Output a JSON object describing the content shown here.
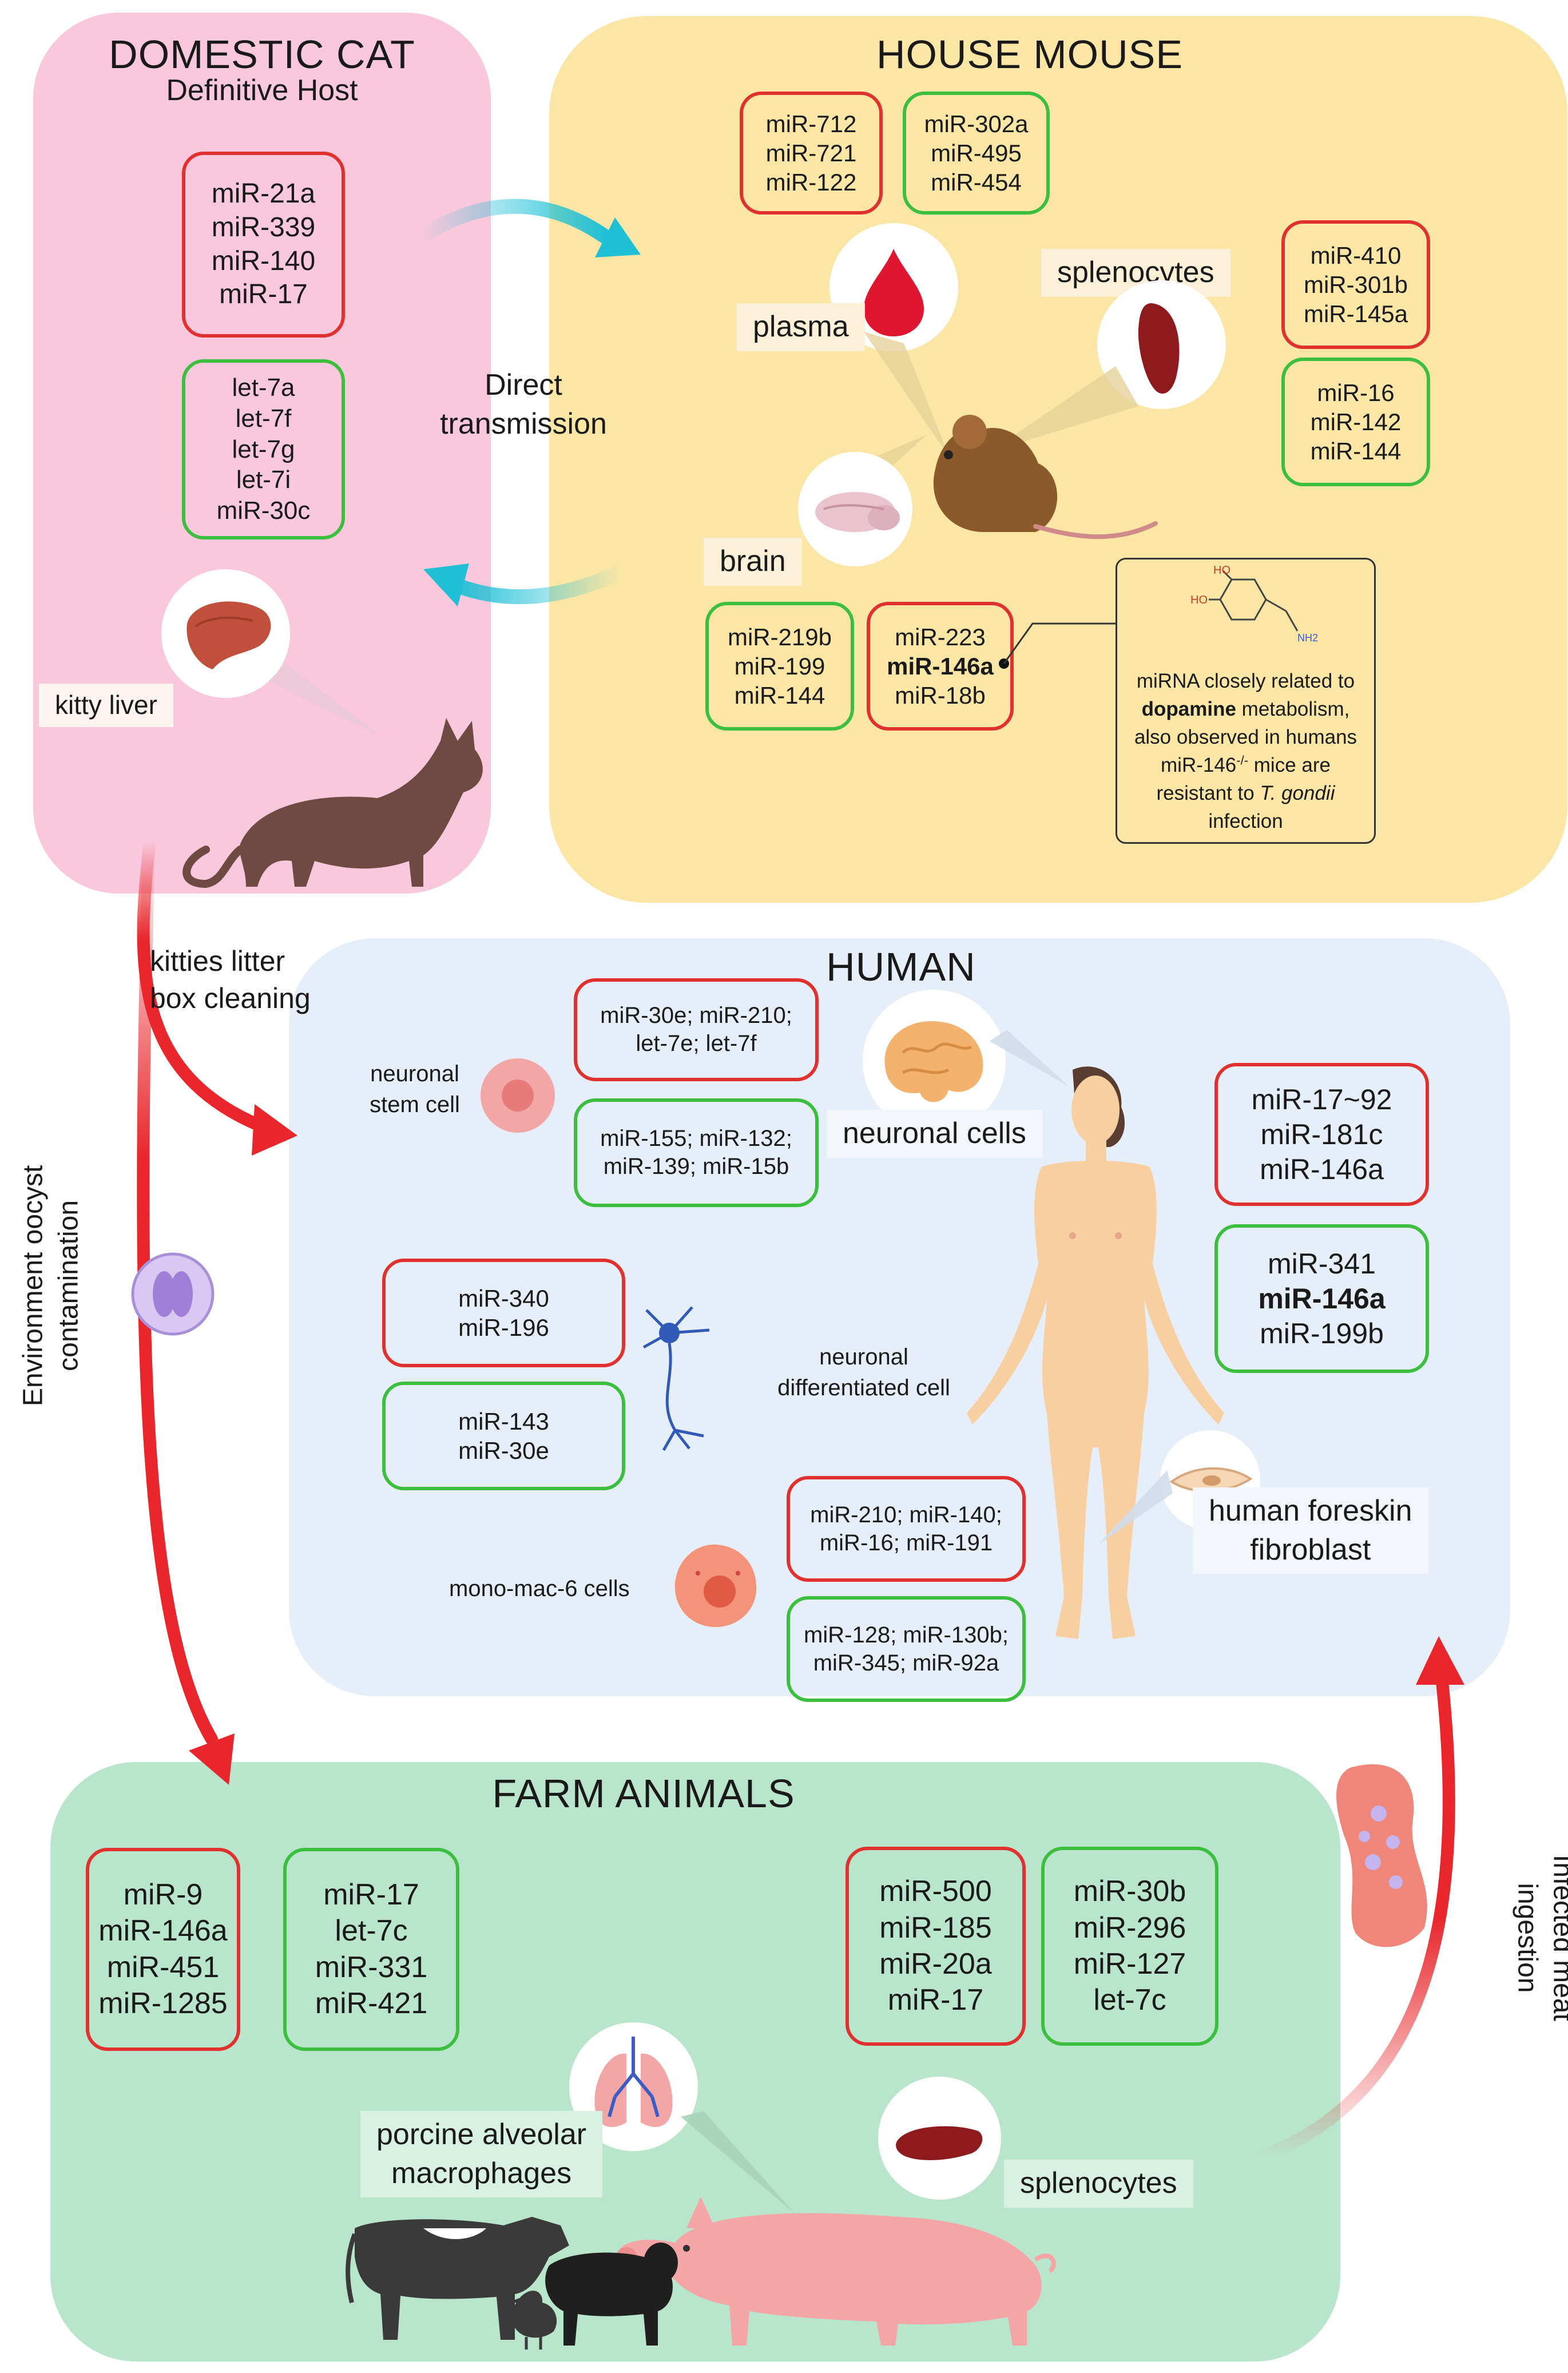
{
  "colors": {
    "cat_bg": "#f9c8dc",
    "mouse_bg": "#fbe6a6",
    "human_bg": "#e6eff9",
    "farm_bg": "#b9e5cc",
    "up_regulated_border": "#e0312f",
    "down_regulated_border": "#3cbf3f",
    "transmission_arrow": "#e8262b",
    "direct_arrow": "#1fc0d6"
  },
  "cat": {
    "title": "DOMESTIC CAT",
    "subtitle": "Definitive Host",
    "red_box": [
      "miR-21a",
      "miR-339",
      "miR-140",
      "miR-17"
    ],
    "green_box": [
      "let-7a",
      "let-7f",
      "let-7g",
      "let-7i",
      "miR-30c"
    ],
    "liver_label": "kitty liver",
    "icons": [
      "liver-icon",
      "cat-icon"
    ]
  },
  "direct_transmission": "Direct\ntransmission",
  "mouse": {
    "title": "HOUSE MOUSE",
    "plasma_red": [
      "miR-712",
      "miR-721",
      "miR-122"
    ],
    "plasma_green": [
      "miR-302a",
      "miR-495",
      "miR-454"
    ],
    "plasma_label": "plasma",
    "splenocytes_label": "splenocytes",
    "spleen_red": [
      "miR-410",
      "miR-301b",
      "miR-145a"
    ],
    "spleen_green": [
      "miR-16",
      "miR-142",
      "miR-144"
    ],
    "brain_label": "brain",
    "brain_green": [
      "miR-219b",
      "miR-199",
      "miR-144"
    ],
    "brain_red": [
      "miR-223",
      "miR-146a",
      "miR-18b"
    ],
    "note": {
      "l1": "miRNA closely related to",
      "l2_bold": "dopamine",
      "l2_rest": " metabolism,",
      "l3": "also observed in humans",
      "l4a": "miR-146",
      "l4sup": "-/-",
      "l4b": " mice are",
      "l5a": "resistant to ",
      "l5i": "T. gondii",
      "l6": "infection",
      "molecule_labels": {
        "ho1": "HO",
        "ho2": "HO",
        "nh2": "NH2"
      }
    },
    "icons": [
      "blood-drop-icon",
      "spleen-icon",
      "brain-icon",
      "mouse-icon",
      "dopamine-molecule-icon"
    ]
  },
  "litter_label": "kitties litter\nbox cleaning",
  "environment_label": "Environment oocyst\ncontamination",
  "meat_label": "Infected  meat\ningestion",
  "human": {
    "title": "HUMAN",
    "stem_label": "neuronal\nstem cell",
    "stem_red": "miR-30e; miR-210;\nlet-7e; let-7f",
    "stem_green": "miR-155; miR-132;\nmiR-139; miR-15b",
    "neuronal_cells_label": "neuronal cells",
    "neuronal_red": [
      "miR-17~92",
      "miR-181c",
      "miR-146a"
    ],
    "neuronal_green": [
      "miR-341",
      "miR-146a",
      "miR-199b"
    ],
    "diff_red": [
      "miR-340",
      "miR-196"
    ],
    "diff_green": [
      "miR-143",
      "miR-30e"
    ],
    "diff_label": "neuronal\ndifferentiated cell",
    "mono_label": "mono-mac-6 cells",
    "mono_red": "miR-210; miR-140;\nmiR-16; miR-191",
    "mono_green": "miR-128; miR-130b;\nmiR-345; miR-92a",
    "fibroblast_label": "human foreskin\nfibroblast",
    "icons": [
      "stem-cell-icon",
      "brain-icon",
      "neuron-icon",
      "macrophage-cell-icon",
      "fibroblast-icon",
      "human-body-icon"
    ]
  },
  "farm": {
    "title": "FARM ANIMALS",
    "pam_red": [
      "miR-9",
      "miR-146a",
      "miR-451",
      "miR-1285"
    ],
    "pam_green": [
      "miR-17",
      "let-7c",
      "miR-331",
      "miR-421"
    ],
    "spl_red": [
      "miR-500",
      "miR-185",
      "miR-20a",
      "miR-17"
    ],
    "spl_green": [
      "miR-30b",
      "miR-296",
      "miR-127",
      "let-7c"
    ],
    "pam_label": "porcine alveolar\nmacrophages",
    "splenocytes_label": "splenocytes",
    "icons": [
      "lung-icon",
      "spleen-icon",
      "cow-icon",
      "pig-icon",
      "sheep-icon",
      "chicken-icon",
      "oocyst-icon",
      "infected-meat-icon"
    ]
  }
}
